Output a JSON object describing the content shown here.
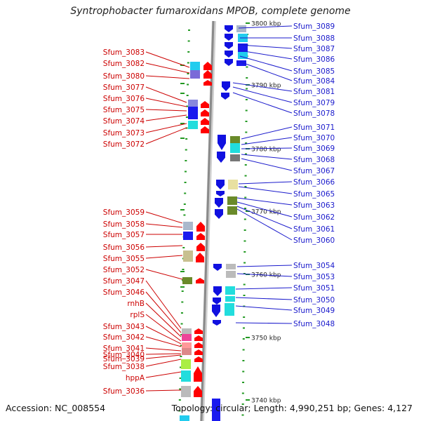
{
  "title": "Syntrophobacter fumaroxidans MPOB, complete genome",
  "footer": {
    "accession": "Accession: NC_008554",
    "summary": "Topology: circular; Length: 4,990,251 bp; Genes: 4,127"
  },
  "colors": {
    "forward_label": "#cc0000",
    "reverse_label": "#1a1acc",
    "forward_feature": "#ff0000",
    "reverse_feature": "#1010e0",
    "backbone": "#8a8a8a",
    "tick": "#229922"
  },
  "scale": [
    "3800 kbp",
    "3790 kbp",
    "3780 kbp",
    "3770 kbp",
    "3760 kbp",
    "3750 kbp",
    "3740 kbp"
  ],
  "left_genes": [
    "Sfum_3083",
    "Sfum_3082",
    "Sfum_3080",
    "Sfum_3077",
    "Sfum_3076",
    "Sfum_3075",
    "Sfum_3074",
    "Sfum_3073",
    "Sfum_3072",
    "Sfum_3059",
    "Sfum_3058",
    "Sfum_3057",
    "Sfum_3056",
    "Sfum_3055",
    "Sfum_3052",
    "Sfum_3047",
    "Sfum_3046",
    "rnhB",
    "rplS",
    "Sfum_3043",
    "Sfum_3042",
    "Sfum_3041",
    "Sfum_3040",
    "Sfum_3039",
    "Sfum_3038",
    "hppA",
    "Sfum_3036"
  ],
  "right_genes": [
    "Sfum_3089",
    "Sfum_3088",
    "Sfum_3087",
    "Sfum_3086",
    "Sfum_3085",
    "Sfum_3084",
    "Sfum_3081",
    "Sfum_3079",
    "Sfum_3078",
    "Sfum_3071",
    "Sfum_3070",
    "Sfum_3069",
    "Sfum_3068",
    "Sfum_3067",
    "Sfum_3066",
    "Sfum_3065",
    "Sfum_3063",
    "Sfum_3062",
    "Sfum_3061",
    "Sfum_3060",
    "Sfum_3054",
    "Sfum_3053",
    "Sfum_3051",
    "Sfum_3050",
    "Sfum_3049",
    "Sfum_3048"
  ]
}
